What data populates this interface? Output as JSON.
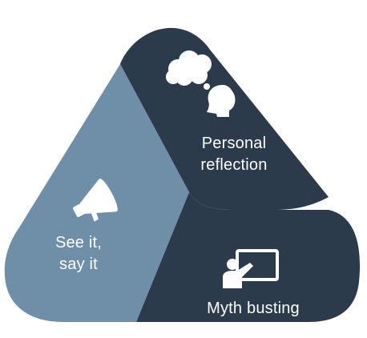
{
  "colors": {
    "reflection_segment": "#2b3b4b",
    "myth_segment": "#2b3b4b",
    "see_segment": "#6f8fa8",
    "background": "#ffffff",
    "text": "#ffffff"
  },
  "segments": {
    "reflection": {
      "line1": "Personal",
      "line2": "reflection",
      "icon": "thinking-head-icon"
    },
    "myth": {
      "label": "Myth busting",
      "icon": "presenter-board-icon"
    },
    "see": {
      "line1": "See it,",
      "line2": "say it",
      "icon": "megaphone-icon"
    }
  }
}
